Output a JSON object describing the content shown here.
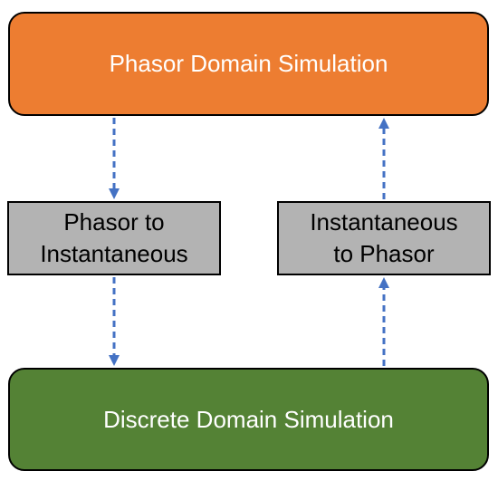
{
  "top_box": {
    "label": "Phasor Domain Simulation",
    "color": "#ed7d31"
  },
  "bottom_box": {
    "label": "Discrete Domain Simulation",
    "color": "#548235"
  },
  "left_box": {
    "line1": "Phasor to",
    "line2": "Instantaneous",
    "color": "#b3b3b3"
  },
  "right_box": {
    "line1": "Instantaneous",
    "line2": "to Phasor",
    "color": "#b3b3b3"
  },
  "arrow_color": "#4472c4",
  "arrow_icon": "dashed-arrow"
}
